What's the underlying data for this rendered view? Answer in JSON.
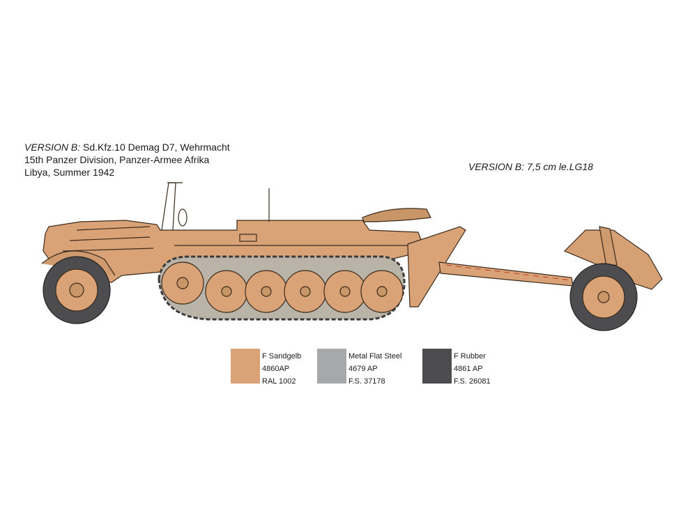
{
  "captions": {
    "halftrack": {
      "version_label": "VERSION B:",
      "line1_rest": " Sd.Kfz.10 Demag D7, Wehrmacht",
      "line2": "15th Panzer Division, Panzer-Armee Afrika",
      "line3": "Libya, Summer 1942"
    },
    "gun": {
      "version_label": "VERSION B:",
      "rest": " 7,5 cm le.LG18"
    }
  },
  "colors": {
    "sandgelb": "#d9a377",
    "metal_flat_steel": "#a7a8ac",
    "rubber": "#4d4d4f",
    "outline": "#3a2a1c"
  },
  "legend": [
    {
      "name": "F Sandgelb",
      "code": "4860AP",
      "ref": "RAL 1002",
      "color": "#d9a377"
    },
    {
      "name": "Metal Flat Steel",
      "code": "4679 AP",
      "ref": "F.S. 37178",
      "color": "#a7a8ac"
    },
    {
      "name": "F Rubber",
      "code": "4861 AP",
      "ref": "F.S. 26081",
      "color": "#4d4d4f"
    }
  ]
}
